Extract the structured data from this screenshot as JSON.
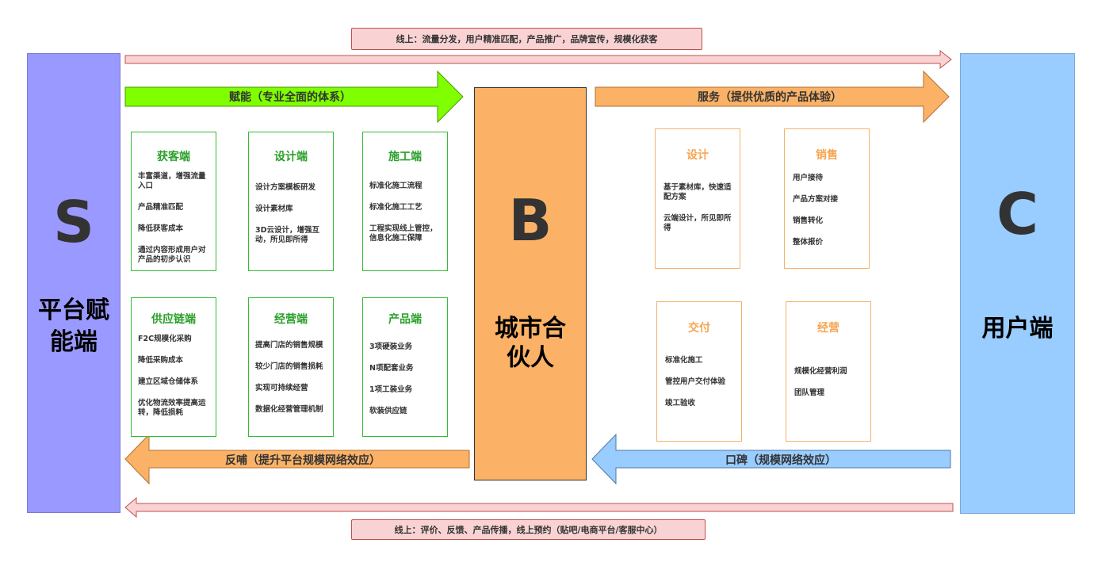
{
  "top_label": "线上：流量分发，用户精准匹配，产品推广，品牌宣传，规模化获客",
  "bottom_label": "线上：评价、反馈、产品传播，线上预约（贴吧/电商平台/客服中心）",
  "s_column": {
    "letter": "S",
    "title_line1": "平台赋",
    "title_line2": "能端"
  },
  "b_column": {
    "letter": "B",
    "title_line1": "城市合",
    "title_line2": "伙人"
  },
  "c_column": {
    "letter": "C",
    "title_line1": "用户端"
  },
  "arrows": {
    "empower": "赋能（专业全面的体系）",
    "service": "服务（提供优质的产品体验）",
    "feedback": "反哺（提升平台规模网络效应）",
    "word_of_mouth": "口碑（规模网络效应）"
  },
  "platform_boxes": [
    {
      "title": "获客端",
      "items": [
        "丰富渠道，增强流量入口",
        "产品精准匹配",
        "降低获客成本",
        "通过内容形成用户对产品的初步认识"
      ]
    },
    {
      "title": "设计端",
      "items": [
        "设计方案模板研发",
        "设计素材库",
        "3D云设计，增强互动，所见即所得"
      ]
    },
    {
      "title": "施工端",
      "items": [
        "标准化施工流程",
        "标准化施工工艺",
        "工程实现线上管控，信息化施工保障"
      ]
    },
    {
      "title": "供应链端",
      "items": [
        "F2C规模化采购",
        "降低采购成本",
        "建立区域仓储体系",
        "优化物流效率提高运转，降低损耗"
      ]
    },
    {
      "title": "经营端",
      "items": [
        "提高门店的销售规模",
        "较少门店的销售损耗",
        "实现可持续经营",
        "数据化经营管理机制"
      ]
    },
    {
      "title": "产品端",
      "items": [
        "3项硬装业务",
        "N项配套业务",
        "1项工装业务",
        "软装供应链"
      ]
    }
  ],
  "user_boxes": [
    {
      "title": "设计",
      "items": [
        "基于素材库，快速适配方案",
        "云端设计，所见即所得"
      ]
    },
    {
      "title": "销售",
      "items": [
        "用户接待",
        "产品方案对接",
        "销售转化",
        "整体报价"
      ]
    },
    {
      "title": "交付",
      "items": [
        "标准化施工",
        "管控用户交付体验",
        "竣工验收"
      ]
    },
    {
      "title": "经营",
      "items": [
        "规模化经营利润",
        "团队管理"
      ]
    }
  ],
  "colors": {
    "s_fill": "#9999ff",
    "c_fill": "#99ccff",
    "b_fill": "#fbb267",
    "empower_arrow": "#7fff00",
    "service_arrow": "#fbb267",
    "feedback_arrow": "#fbb267",
    "word_arrow": "#99ccff",
    "pink": "#f9d3d3",
    "green_border": "#33bb33",
    "orange_border": "#f6b26b"
  }
}
